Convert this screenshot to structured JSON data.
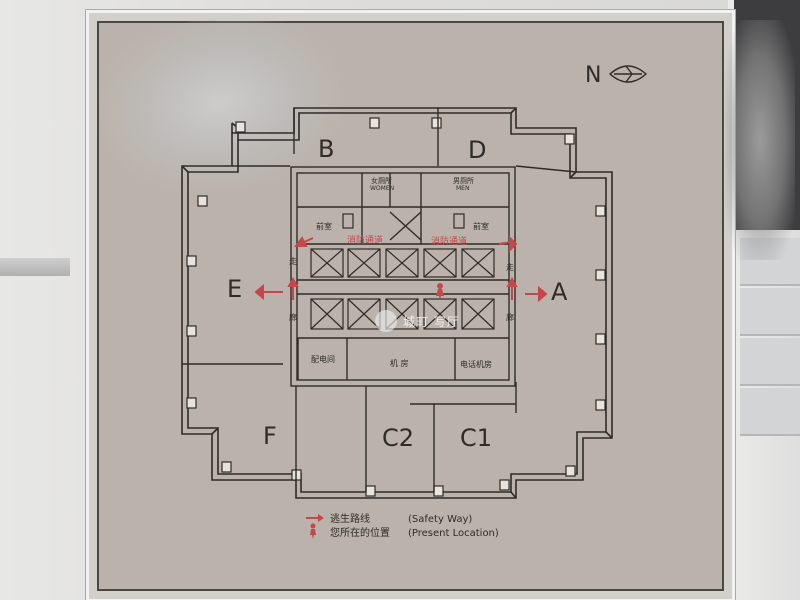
{
  "map": {
    "north_label": "N",
    "zones": {
      "A": "A",
      "B": "B",
      "C1": "C1",
      "C2": "C2",
      "D": "D",
      "E": "E",
      "F": "F"
    },
    "rooms": {
      "womens_toilet_cn": "女厕所",
      "womens_toilet_en": "WOMEN",
      "mens_toilet_cn": "男厕所",
      "mens_toilet_en": "MEN",
      "front_room_left": "前室",
      "front_room_right": "前室",
      "fire_passage_left": "消防通道",
      "fire_passage_right": "消防通道",
      "corridor_left_top": "走",
      "corridor_left_bottom": "廊",
      "corridor_right_top": "走",
      "corridor_right_bottom": "廊",
      "power_room": "配电间",
      "machine_room": "机 房",
      "phone_room": "电话机房"
    },
    "legend": {
      "safety_cn": "逃生路线",
      "safety_en": "(Safety Way)",
      "present_cn": "您所在的位置",
      "present_en": "(Present Location)"
    },
    "watermark": "城町  写厅",
    "colors": {
      "sign_bg": "#bbb3ab",
      "line": "#2f2b28",
      "accent_red": "#c5464b",
      "white_box": "#e8e3dd"
    }
  }
}
